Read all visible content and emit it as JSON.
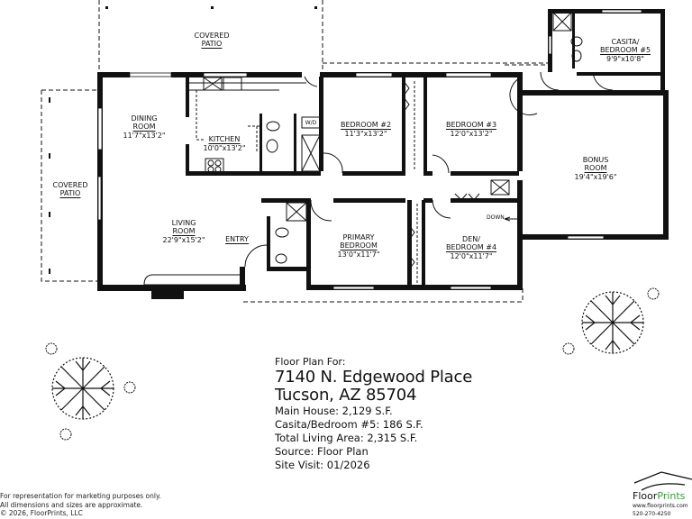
{
  "rooms": {
    "covered_patio_top": {
      "name": "COVERED",
      "name2": "PATIO"
    },
    "covered_patio_left": {
      "name": "COVERED",
      "name2": "PATIO"
    },
    "dining": {
      "name": "DINING",
      "name2": "ROOM",
      "dim": "11'7\"x13'2\""
    },
    "kitchen": {
      "name": "KITCHEN",
      "dim": "10'0\"x13'2\""
    },
    "wd": {
      "name": "W/D"
    },
    "bedroom2": {
      "name": "BEDROOM #2",
      "dim": "11'3\"x13'2\""
    },
    "bedroom3": {
      "name": "BEDROOM #3",
      "dim": "12'0\"x13'2\""
    },
    "casita": {
      "name": "CASITA/",
      "name2": "BEDROOM #5",
      "dim": "9'9\"x10'8\""
    },
    "bonus": {
      "name": "BONUS",
      "name2": "ROOM",
      "dim": "19'4\"x19'6\""
    },
    "living": {
      "name": "LIVING",
      "name2": "ROOM",
      "dim": "22'9\"x15'2\""
    },
    "entry": {
      "name": "ENTRY"
    },
    "primary": {
      "name": "PRIMARY",
      "name2": "BEDROOM",
      "dim": "13'0\"x11'7\""
    },
    "den": {
      "name": "DEN/",
      "name2": "BEDROOM #4",
      "dim": "12'0\"x11'7\""
    },
    "down_label": "DOWN"
  },
  "info": {
    "heading": "Floor Plan For:",
    "address_line1": "7140 N. Edgewood Place",
    "address_line2": "Tucson, AZ  85704",
    "main_house": "Main House:  2,129 S.F.",
    "casita": "Casita/Bedroom #5:  186 S.F.",
    "total": "Total Living Area:  2,315 S.F.",
    "source": "Source:  Floor Plan",
    "site_visit": "Site Visit:  01/2026"
  },
  "disclaimer": {
    "line1": "For representation for marketing purposes only.",
    "line2": "All dimensions and sizes are approximate.",
    "line3": "© 2026, FloorPrints, LLC"
  },
  "brand": {
    "name_a": "Floor",
    "name_b": "Prints",
    "url": "www.floorprints.com",
    "phone": "520-270-4250",
    "accent": "#3a9a3a"
  }
}
